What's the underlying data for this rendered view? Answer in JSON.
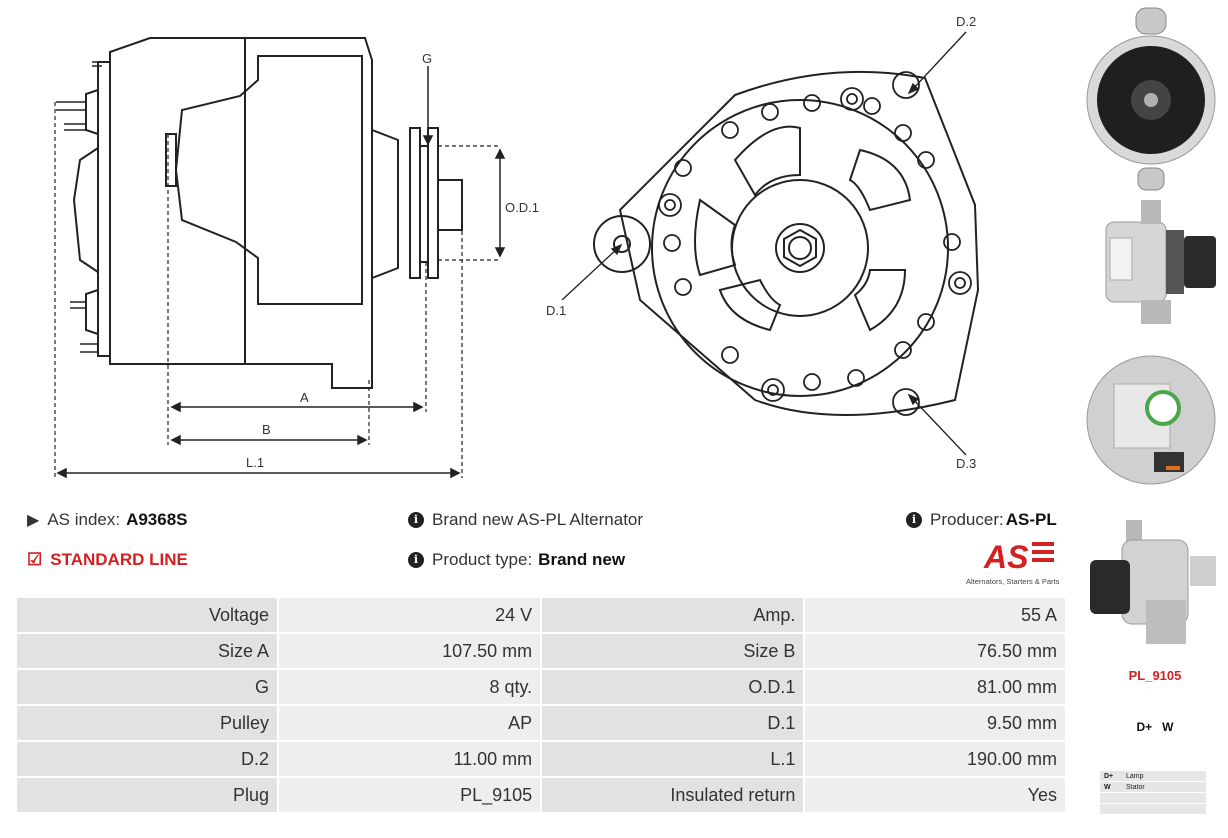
{
  "drawing": {
    "labels": {
      "g": "G",
      "od1": "O.D.1",
      "a": "A",
      "b": "B",
      "l1": "L.1",
      "d1": "D.1",
      "d2": "D.2",
      "d3": "D.3"
    }
  },
  "info": {
    "as_index_label": "AS index:",
    "as_index_value": "A9368S",
    "line_label": "STANDARD LINE",
    "description": "Brand new AS-PL Alternator",
    "product_type_label": "Product type:",
    "product_type_value": "Brand new",
    "producer_label": "Producer:",
    "producer_value": "AS-PL",
    "logo_text": "AS",
    "logo_tagline": "Alternators, Starters & Parts"
  },
  "specs": [
    {
      "k1": "Voltage",
      "v1": "24 V",
      "k2": "Amp.",
      "v2": "55 A"
    },
    {
      "k1": "Size A",
      "v1": "107.50 mm",
      "k2": "Size B",
      "v2": "76.50 mm"
    },
    {
      "k1": "G",
      "v1": "8 qty.",
      "k2": "O.D.1",
      "v2": "81.00 mm"
    },
    {
      "k1": "Pulley",
      "v1": "AP",
      "k2": "D.1",
      "v2": "9.50 mm"
    },
    {
      "k1": "D.2",
      "v1": "11.00 mm",
      "k2": "L.1",
      "v2": "190.00 mm"
    },
    {
      "k1": "Plug",
      "v1": "PL_9105",
      "k2": "Insulated return",
      "v2": "Yes"
    }
  ],
  "plug": {
    "code": "PL_9105",
    "terminals": "D+   W",
    "legend": [
      {
        "pin": "D+",
        "desc": "Lamp"
      },
      {
        "pin": "W",
        "desc": "Stator"
      },
      {
        "pin": "",
        "desc": ""
      },
      {
        "pin": "",
        "desc": ""
      }
    ]
  },
  "colors": {
    "accent_red": "#d42020",
    "table_bg": "#eeeeee"
  }
}
